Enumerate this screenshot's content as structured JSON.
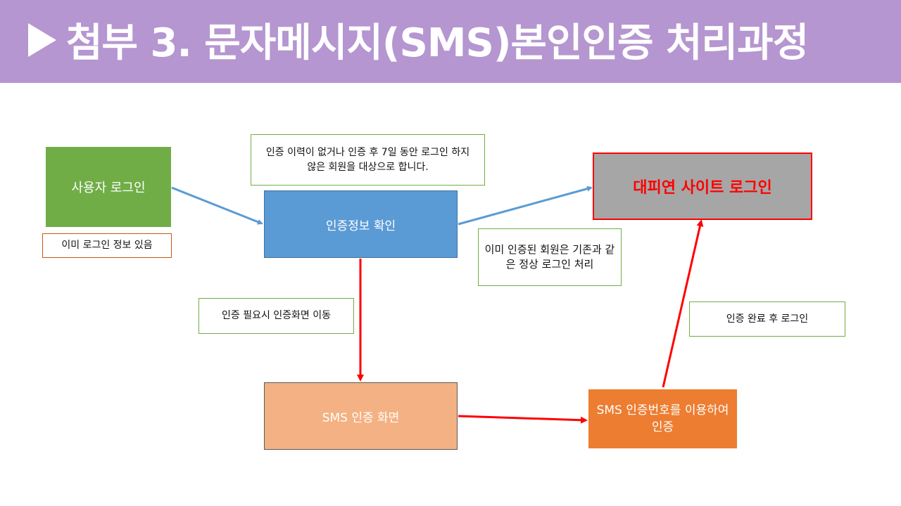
{
  "title": "첨부 3. 문자메시지(SMS)본인인증 처리과정",
  "nodes": {
    "user_login": "사용자 로그인",
    "auth_check": "인증정보 확인",
    "site_login": "대피연 사이트 로그인",
    "sms_screen": "SMS 인증 화면",
    "sms_verify": "SMS 인증번호를 이용하여 인증"
  },
  "notes": {
    "already_logged": "이미 로그인 정보 있음",
    "target": "인증 이력이 없거나 인증 후 7일 동안 로그인 하지 않은 회원을 대상으로 합니다.",
    "already_verified": "이미 인증된 회원은 기존과 같은 정상 로그인 처리",
    "need_auth": "인증 필요시 인증화면 이동",
    "done": "인증 완료 후 로그인"
  },
  "colors": {
    "title_bg": "#b596d0",
    "green": "#70ad47",
    "blue": "#5b9bd5",
    "gray": "#a6a6a6",
    "red": "#ff0000",
    "peach": "#f4b183",
    "orange": "#ed7d31"
  }
}
